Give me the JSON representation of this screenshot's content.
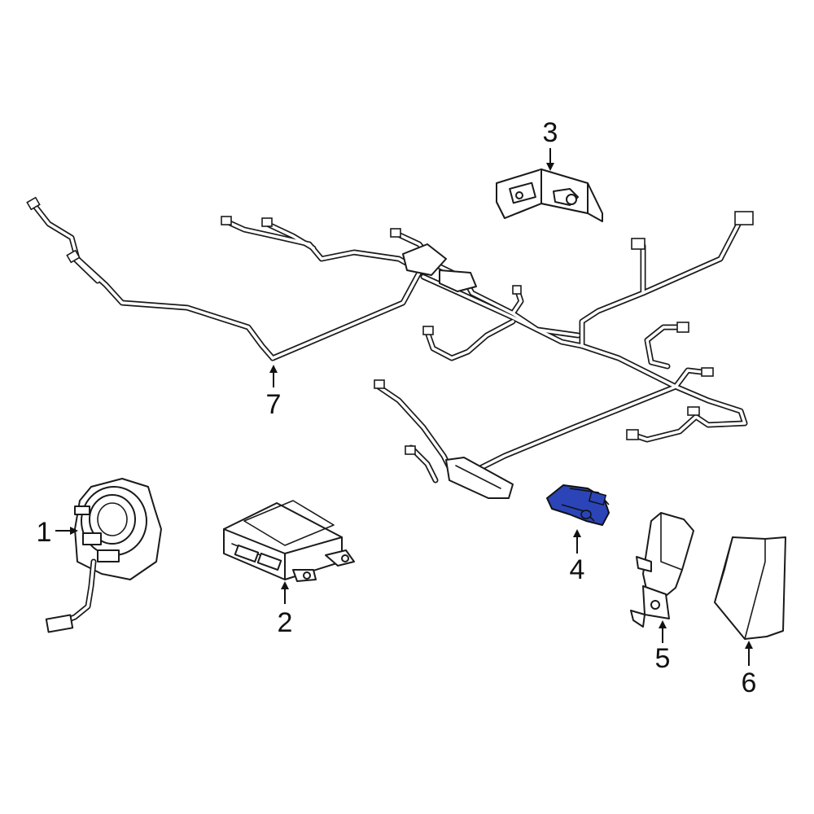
{
  "diagram": {
    "highlight_color": "#2b44b8",
    "line_color": "#1a1a1a",
    "background": "#ffffff",
    "callouts": [
      {
        "id": "1",
        "label": "1"
      },
      {
        "id": "2",
        "label": "2"
      },
      {
        "id": "3",
        "label": "3"
      },
      {
        "id": "4",
        "label": "4"
      },
      {
        "id": "5",
        "label": "5"
      },
      {
        "id": "6",
        "label": "6"
      },
      {
        "id": "7",
        "label": "7"
      }
    ]
  }
}
